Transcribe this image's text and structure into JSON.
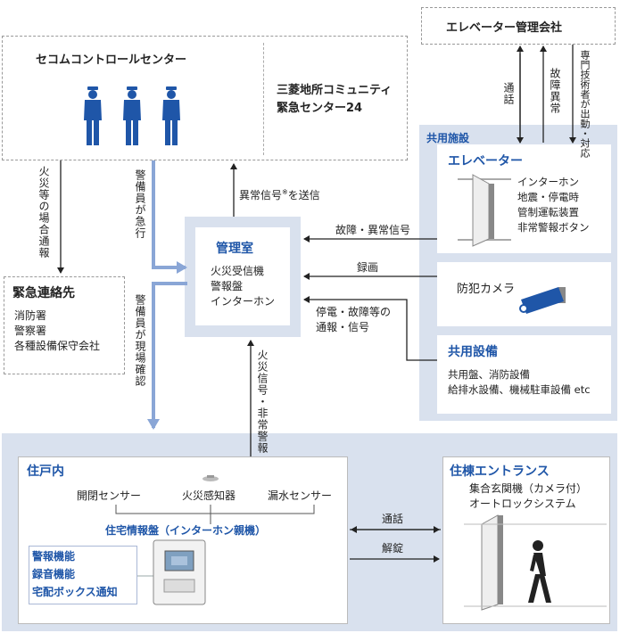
{
  "secom": {
    "title": "セコムコントロールセンター",
    "mec_line1": "三菱地所コミュニティ",
    "mec_line2": "緊急センター24"
  },
  "elevator_company": {
    "title": "エレベーター管理会社"
  },
  "emergency": {
    "title": "緊急連絡先",
    "items": [
      "消防署",
      "警察署",
      "各種設備保守会社"
    ]
  },
  "management": {
    "title": "管理室",
    "items": [
      "火災受信機",
      "警報盤",
      "インターホン"
    ]
  },
  "shared": {
    "label": "共用施設",
    "elevator_title": "エレベーター",
    "elevator_items": [
      "インターホン",
      "地震・停電時",
      "管制運転装置",
      "非常警報ボタン"
    ],
    "camera_title": "防犯カメラ",
    "equipment_title": "共用設備",
    "equipment_items": [
      "共用盤、消防設備",
      "給排水設備、機械駐車設備 etc"
    ]
  },
  "dwelling": {
    "title": "住戸内",
    "sensors": [
      "開閉センサー",
      "火災感知器",
      "漏水センサー"
    ],
    "panel_title": "住宅情報盤（インターホン親機）",
    "functions": [
      "警報機能",
      "録音機能",
      "宅配ボックス通知"
    ]
  },
  "entrance": {
    "title": "住棟エントランス",
    "items": [
      "集合玄関機（カメラ付）",
      "オートロックシステム"
    ]
  },
  "labels": {
    "fire_notify": "火災等の場合通報",
    "guard_rush": "警備員が急行",
    "guard_check": "警備員が現場確認",
    "send_signal": "異常信号",
    "send_signal_mark": "※",
    "send_signal_tail": "を送信",
    "fault_signal": "故障・異常信号",
    "record": "録画",
    "outage_line1": "停電・故障等の",
    "outage_line2": "通報・信号",
    "fire_signal": "火災信号・非常警報",
    "call": "通話",
    "fault": "故障異常",
    "dispatch_line1": "専門技術者が",
    "dispatch_line2": "出動・対応",
    "entrance_call": "通話",
    "unlock": "解錠"
  },
  "colors": {
    "accent": "#1f56a8",
    "panel": "#d9e1ee",
    "route": "#8aa6d6"
  }
}
